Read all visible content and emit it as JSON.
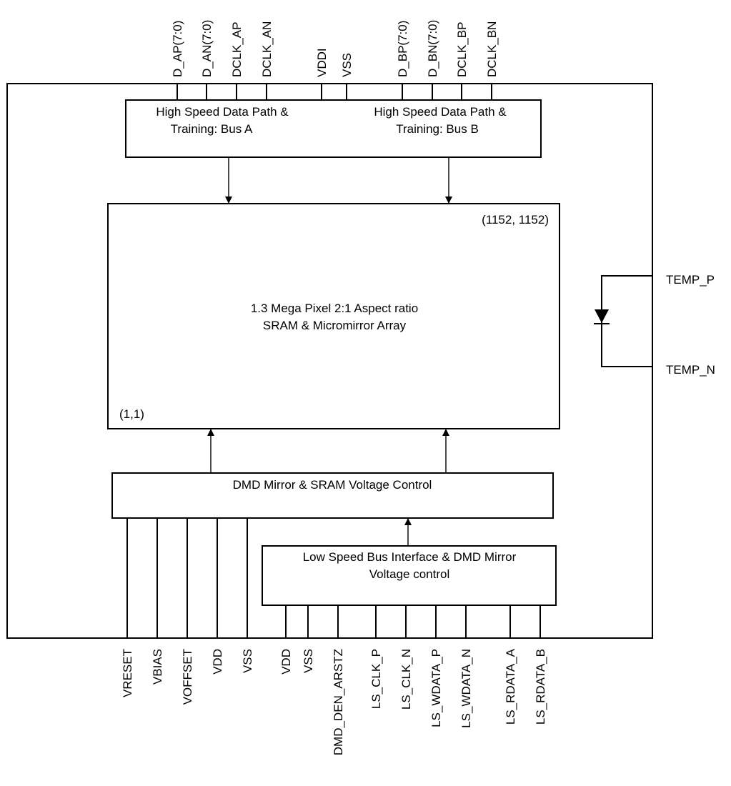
{
  "blocks": {
    "bus_a": {
      "line1": "High Speed Data Path &",
      "line2": "Training:  Bus A"
    },
    "bus_b": {
      "line1": "High Speed Data Path &",
      "line2": "Training:  Bus B"
    },
    "array": {
      "line1": "1.3 Mega Pixel 2:1 Aspect ratio",
      "line2": "SRAM & Micromirror Array",
      "coord_top_right": "(1152, 1152)",
      "coord_bottom_left": "(1,1)"
    },
    "voltage_control": {
      "label": "DMD Mirror & SRAM Voltage Control"
    },
    "low_speed": {
      "line1": "Low Speed Bus Interface & DMD Mirror",
      "line2": "Voltage control"
    }
  },
  "pins": {
    "top": [
      "D_AP(7:0)",
      "D_AN(7:0)",
      "DCLK_AP",
      "DCLK_AN",
      "VDDI",
      "VSS",
      "D_BP(7:0)",
      "D_BN(7:0)",
      "DCLK_BP",
      "DCLK_BN"
    ],
    "bottom_left": [
      "VRESET",
      "VBIAS",
      "VOFFSET",
      "VDD",
      "VSS"
    ],
    "bottom_right": [
      "VDD",
      "VSS",
      "DMD_DEN_ARSTZ",
      "LS_CLK_P",
      "LS_CLK_N",
      "LS_WDATA_P",
      "LS_WDATA_N",
      "LS_RDATA_A",
      "LS_RDATA_B"
    ],
    "temp_p": "TEMP_P",
    "temp_n": "TEMP_N"
  }
}
